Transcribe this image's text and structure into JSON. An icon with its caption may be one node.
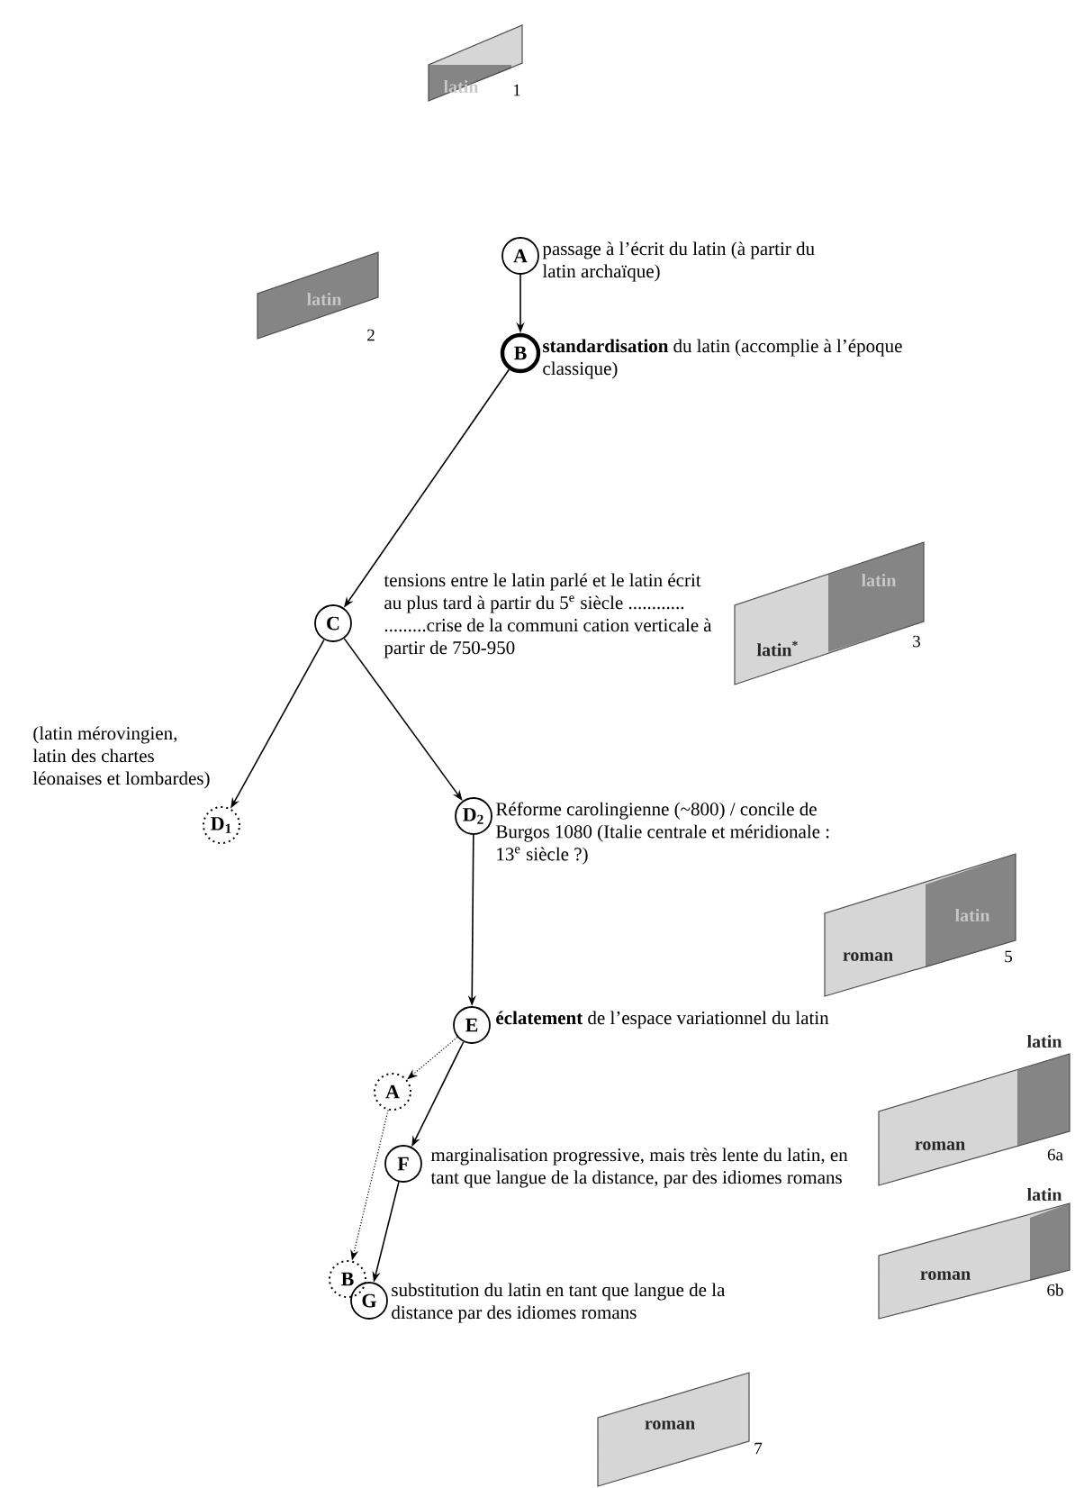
{
  "diagram": {
    "nodes": [
      {
        "text": [
          "latin"
        ],
        "beside": [
          "1"
        ]
      },
      {
        "text": [
          "A"
        ],
        "beside": [
          "passage à l’écrit du latin (à partir du latin archaïque)"
        ]
      },
      {
        "text": [
          "B"
        ],
        "beside": [
          "**standardisation** du latin (accomplie à l’époque classique)"
        ]
      },
      {
        "text": [
          "latin"
        ],
        "beside": [
          "2"
        ]
      },
      {
        "text": [
          "C"
        ],
        "beside": [
          "tensions entre le latin parlé et le latin écrit au plus tard à partir du 5$^{e}$ siècle ............ .........crise de la communi cation verticale à partir de 750-950"
        ]
      },
      {
        "text": [
          "latin",
          "latin$^{*}$"
        ],
        "beside": [
          "3"
        ]
      },
      {
        "text": [
          "D$_{1}$"
        ],
        "beside": [
          "(latin mérovingien, latin des chartes léonaises et lombardes)"
        ]
      },
      {
        "text": [
          "D$_{2}$"
        ],
        "beside": [
          "Réforme carolingienne (~800) / concile de Burgos 1080 (Italie centrale et méridionale : 13$^{e}$ siècle ?)"
        ]
      },
      {
        "text": [
          "latin",
          "roman"
        ],
        "beside": [
          "5"
        ]
      },
      {
        "text": [
          "E"
        ],
        "beside": [
          "**éclatement** de l’espace variationnel du latin"
        ]
      },
      {
        "text": [
          "latin",
          "roman"
        ],
        "beside": [
          "6a"
        ]
      },
      {
        "text": [
          "A"
        ]
      },
      {
        "text": [
          "F"
        ],
        "beside": [
          "marginalisation progressive, mais très lente du latin, en tant que langue de la distance, par des idiomes romans"
        ]
      },
      {
        "text": [
          "latin",
          "roman"
        ],
        "beside": [
          "6b"
        ]
      },
      {
        "text": [
          "B"
        ]
      },
      {
        "text": [
          "G"
        ],
        "beside": [
          "substitution du latin en tant que langue de la distance par des idiomes romans"
        ]
      },
      {
        "text": [
          "roman"
        ],
        "beside": [
          "7"
        ]
      }
    ],
    "edges": [
      {
        "from": 1,
        "to": 2,
        "arrow": "to"
      },
      {
        "from": 2,
        "to": 4,
        "arrow": "to"
      },
      {
        "from": 4,
        "to": 6,
        "arrow": "to"
      },
      {
        "from": 4,
        "to": 7,
        "arrow": "to"
      },
      {
        "from": 7,
        "to": 9,
        "arrow": "to"
      },
      {
        "from": 9,
        "to": 11,
        "arrow": "to",
        "style": "dashed"
      },
      {
        "from": 9,
        "to": 12,
        "arrow": "to"
      },
      {
        "from": 11,
        "to": 14,
        "arrow": "to",
        "style": "dashed"
      },
      {
        "from": 12,
        "to": 15,
        "arrow": "to"
      }
    ]
  }
}
